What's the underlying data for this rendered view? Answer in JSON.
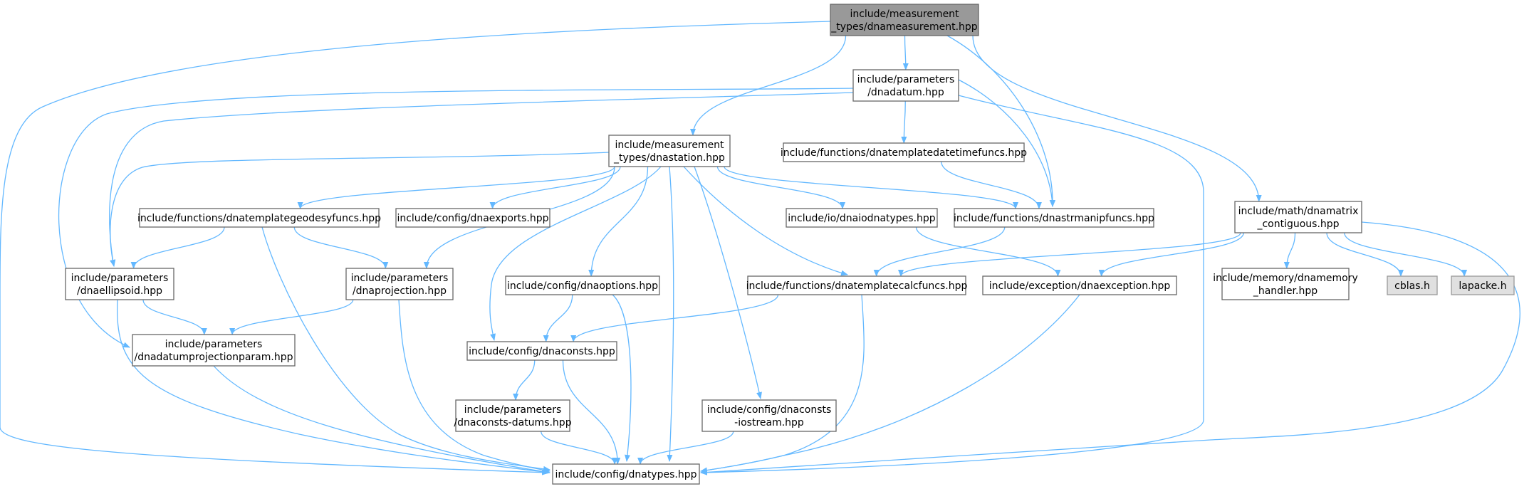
{
  "graph": {
    "edge_color": "#63b8ff",
    "root_fill": "#999999",
    "node_fill": "#ffffff",
    "external_fill": "#e0e0e0",
    "nodes": [
      {
        "id": "root",
        "lines": [
          "include/measurement",
          "_types/dnameasurement.hpp"
        ],
        "kind": "root"
      },
      {
        "id": "dnadatum",
        "lines": [
          "include/parameters",
          "/dnadatum.hpp"
        ],
        "kind": "file"
      },
      {
        "id": "dnastation",
        "lines": [
          "include/measurement",
          "_types/dnastation.hpp"
        ],
        "kind": "file"
      },
      {
        "id": "datetimefuncs",
        "lines": [
          "include/functions/dnatemplatedatetimefuncs.hpp"
        ],
        "kind": "file"
      },
      {
        "id": "matrix",
        "lines": [
          "include/math/dnamatrix",
          "_contiguous.hpp"
        ],
        "kind": "file"
      },
      {
        "id": "geodesyfuncs",
        "lines": [
          "include/functions/dnatemplategeodesyfuncs.hpp"
        ],
        "kind": "file"
      },
      {
        "id": "exports",
        "lines": [
          "include/config/dnaexports.hpp"
        ],
        "kind": "file"
      },
      {
        "id": "iodnatypes",
        "lines": [
          "include/io/dnaiodnatypes.hpp"
        ],
        "kind": "file"
      },
      {
        "id": "strmanip",
        "lines": [
          "include/functions/dnastrmanipfuncs.hpp"
        ],
        "kind": "file"
      },
      {
        "id": "ellipsoid",
        "lines": [
          "include/parameters",
          "/dnaellipsoid.hpp"
        ],
        "kind": "file"
      },
      {
        "id": "projection",
        "lines": [
          "include/parameters",
          "/dnaprojection.hpp"
        ],
        "kind": "file"
      },
      {
        "id": "options",
        "lines": [
          "include/config/dnaoptions.hpp"
        ],
        "kind": "file"
      },
      {
        "id": "calcfuncs",
        "lines": [
          "include/functions/dnatemplatecalcfuncs.hpp"
        ],
        "kind": "file"
      },
      {
        "id": "exception",
        "lines": [
          "include/exception/dnaexception.hpp"
        ],
        "kind": "file"
      },
      {
        "id": "memory",
        "lines": [
          "include/memory/dnamemory",
          "_handler.hpp"
        ],
        "kind": "file"
      },
      {
        "id": "cblas",
        "lines": [
          "cblas.h"
        ],
        "kind": "external"
      },
      {
        "id": "lapacke",
        "lines": [
          "lapacke.h"
        ],
        "kind": "external"
      },
      {
        "id": "projparam",
        "lines": [
          "include/parameters",
          "/dnadatumprojectionparam.hpp"
        ],
        "kind": "file"
      },
      {
        "id": "consts",
        "lines": [
          "include/config/dnaconsts.hpp"
        ],
        "kind": "file"
      },
      {
        "id": "constsdatums",
        "lines": [
          "include/parameters",
          "/dnaconsts-datums.hpp"
        ],
        "kind": "file"
      },
      {
        "id": "constsio",
        "lines": [
          "include/config/dnaconsts",
          "-iostream.hpp"
        ],
        "kind": "file"
      },
      {
        "id": "dnatypes",
        "lines": [
          "include/config/dnatypes.hpp"
        ],
        "kind": "file"
      }
    ],
    "edges": [
      [
        "root",
        "dnadatum"
      ],
      [
        "root",
        "dnastation"
      ],
      [
        "root",
        "strmanip"
      ],
      [
        "root",
        "matrix"
      ],
      [
        "root",
        "dnatypes"
      ],
      [
        "dnadatum",
        "datetimefuncs"
      ],
      [
        "dnadatum",
        "strmanip"
      ],
      [
        "dnadatum",
        "ellipsoid"
      ],
      [
        "dnadatum",
        "projparam"
      ],
      [
        "dnadatum",
        "dnatypes"
      ],
      [
        "dnastation",
        "geodesyfuncs"
      ],
      [
        "dnastation",
        "exports"
      ],
      [
        "dnastation",
        "iodnatypes"
      ],
      [
        "dnastation",
        "strmanip"
      ],
      [
        "dnastation",
        "ellipsoid"
      ],
      [
        "dnastation",
        "projection"
      ],
      [
        "dnastation",
        "options"
      ],
      [
        "dnastation",
        "calcfuncs"
      ],
      [
        "dnastation",
        "consts"
      ],
      [
        "dnastation",
        "constsio"
      ],
      [
        "dnastation",
        "dnatypes"
      ],
      [
        "datetimefuncs",
        "strmanip"
      ],
      [
        "matrix",
        "calcfuncs"
      ],
      [
        "matrix",
        "exception"
      ],
      [
        "matrix",
        "memory"
      ],
      [
        "matrix",
        "cblas"
      ],
      [
        "matrix",
        "lapacke"
      ],
      [
        "matrix",
        "dnatypes"
      ],
      [
        "geodesyfuncs",
        "ellipsoid"
      ],
      [
        "geodesyfuncs",
        "projection"
      ],
      [
        "geodesyfuncs",
        "dnatypes"
      ],
      [
        "iodnatypes",
        "exception"
      ],
      [
        "strmanip",
        "calcfuncs"
      ],
      [
        "ellipsoid",
        "projparam"
      ],
      [
        "ellipsoid",
        "dnatypes"
      ],
      [
        "projection",
        "projparam"
      ],
      [
        "projection",
        "dnatypes"
      ],
      [
        "options",
        "consts"
      ],
      [
        "options",
        "dnatypes"
      ],
      [
        "calcfuncs",
        "consts"
      ],
      [
        "calcfuncs",
        "dnatypes"
      ],
      [
        "exception",
        "dnatypes"
      ],
      [
        "projparam",
        "dnatypes"
      ],
      [
        "consts",
        "constsdatums"
      ],
      [
        "consts",
        "dnatypes"
      ],
      [
        "constsdatums",
        "dnatypes"
      ],
      [
        "constsio",
        "dnatypes"
      ]
    ]
  }
}
